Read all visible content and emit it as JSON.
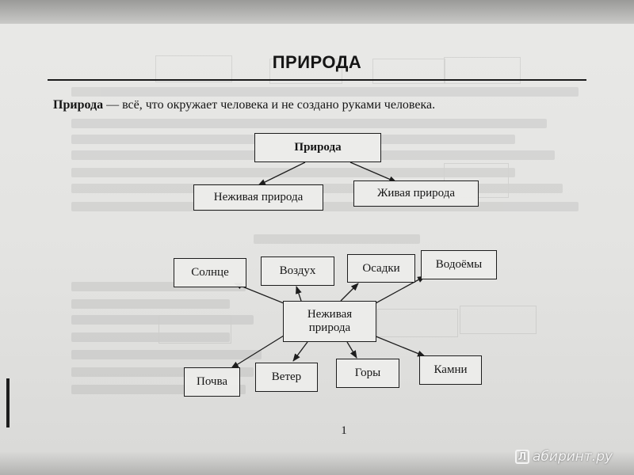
{
  "page": {
    "title": "ПРИРОДА",
    "definition_term": "Природа",
    "definition_text": " — всё, что окружает человека и не создано руками человека.",
    "page_number": "1"
  },
  "diagram_top": {
    "root": "Природа",
    "left_child": "Неживая природа",
    "right_child": "Живая природа"
  },
  "diagram_bottom": {
    "center": "Неживая природа",
    "top_items": [
      "Солнце",
      "Воздух",
      "Осадки",
      "Водоёмы"
    ],
    "bottom_items": [
      "Почва",
      "Ветер",
      "Горы",
      "Камни"
    ]
  },
  "watermark": {
    "logo_letter": "Л",
    "text": "абиринт.ру"
  }
}
